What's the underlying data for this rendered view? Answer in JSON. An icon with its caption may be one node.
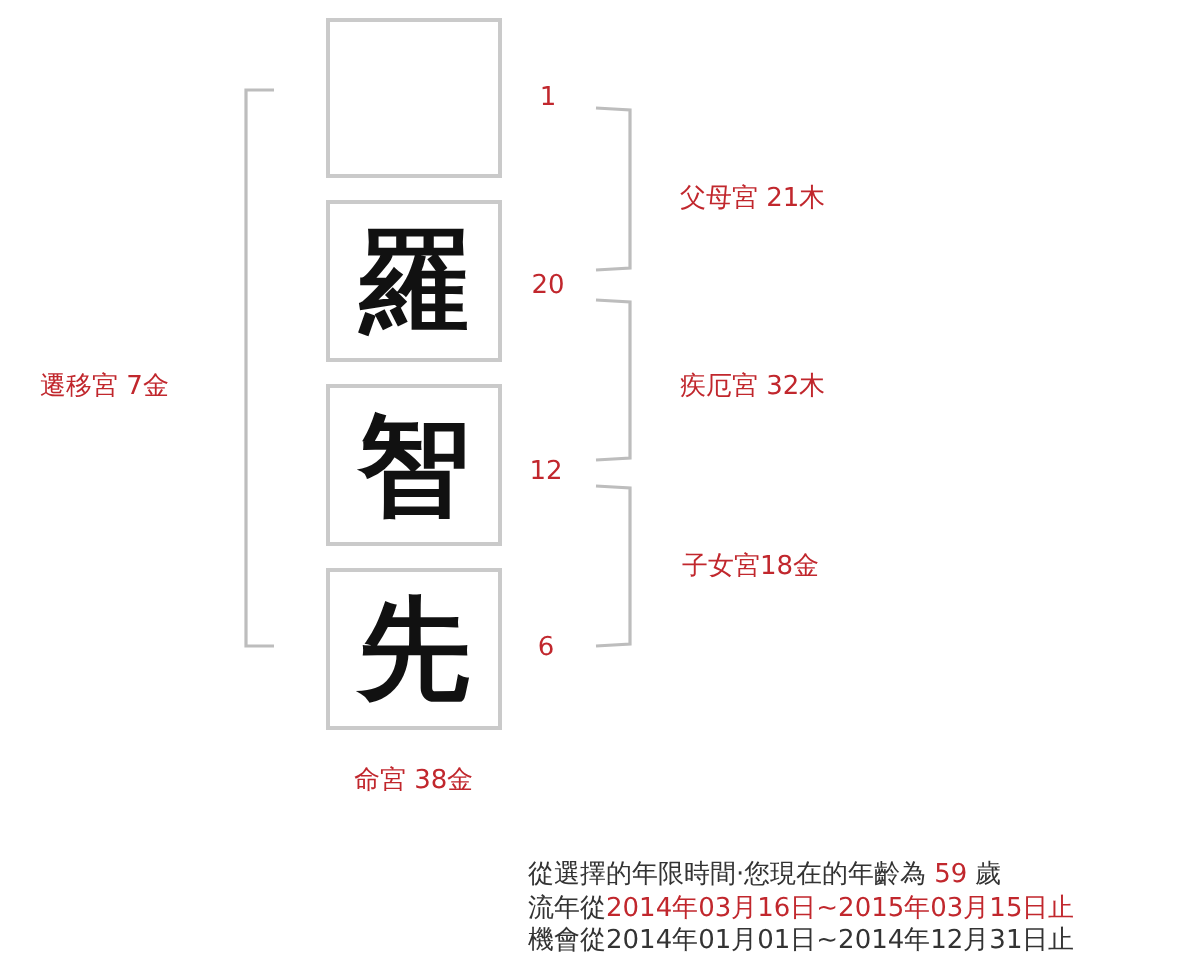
{
  "diagram": {
    "nodes": [
      {
        "text": [],
        "shape": "box",
        "beside": [
          "1"
        ]
      },
      {
        "text": [
          "羅"
        ],
        "beside": [
          "20"
        ]
      },
      {
        "text": [
          "智"
        ],
        "beside": [
          "12"
        ]
      },
      {
        "text": [
          "先"
        ],
        "beside": [
          "6"
        ]
      }
    ],
    "labels": [
      "遷移宮 7金",
      "父母宮 21木",
      "疾厄宮 32木",
      "子女宮18金",
      "命宮 38金",
      "從選擇的年限時間·您現在的年齡為",
      "59",
      "歲",
      "流年從",
      "2014年03月16日~2015年03月15日止",
      "機會從2014年01月01日~2014年12月31日止"
    ]
  }
}
